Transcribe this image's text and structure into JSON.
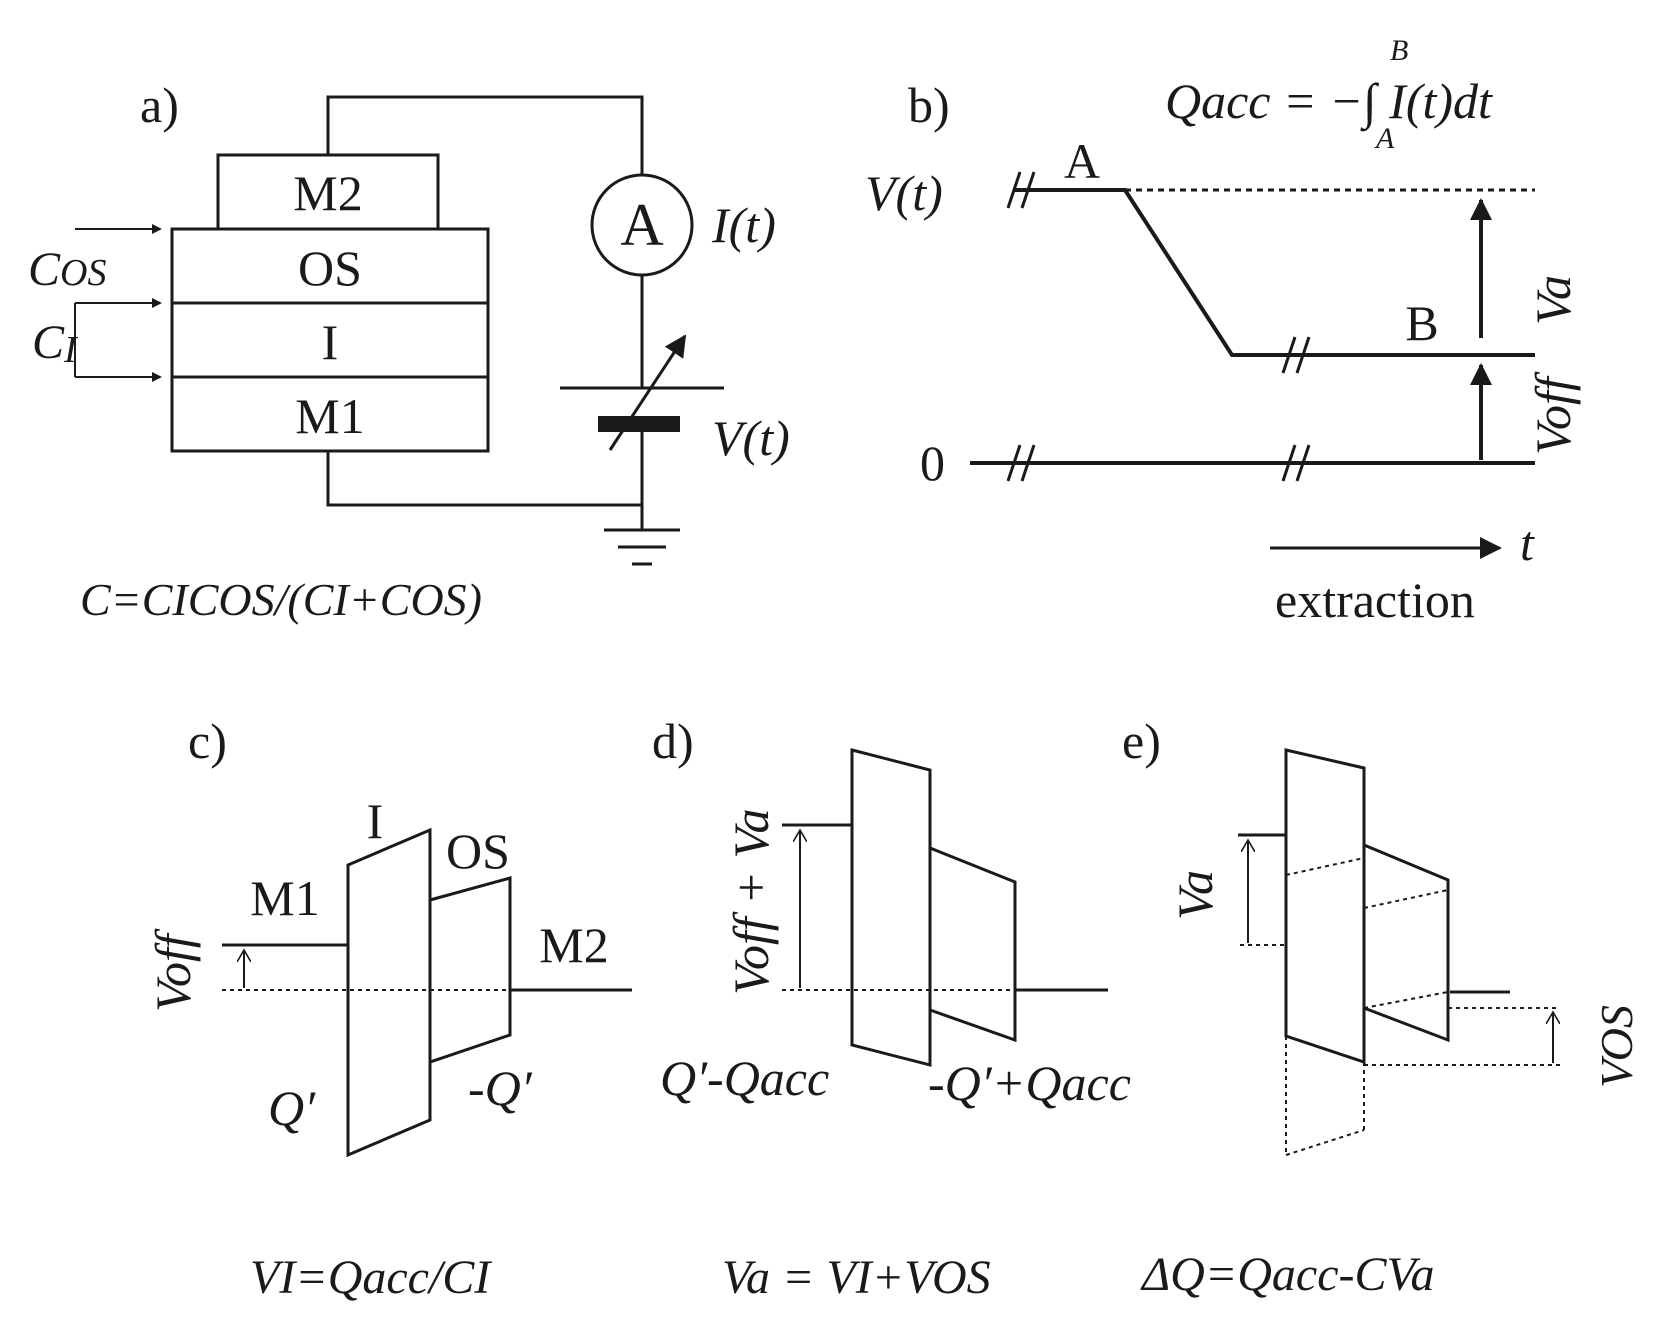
{
  "panel_a": {
    "label": "a)",
    "layers": {
      "m2": "M2",
      "os": "OS",
      "i": "I",
      "m1": "M1"
    },
    "c_os": "C",
    "c_os_sub": "OS",
    "c_i": "C",
    "c_i_sub": "I",
    "ammeter": "A",
    "current": "I(t)",
    "source_voltage": "V(t)",
    "formula": "C=CICOS/(CI+COS)"
  },
  "panel_b": {
    "label": "b)",
    "formula": "Qacc = −∫ I(t)dt",
    "integral_upper": "B",
    "integral_lower": "A",
    "v_label": "V(t)",
    "zero": "0",
    "point_a": "A",
    "point_b": "B",
    "va": "Va",
    "voff": "Voff",
    "t": "t",
    "extraction": "extraction"
  },
  "panel_c": {
    "label": "c)",
    "i": "I",
    "os": "OS",
    "m1": "M1",
    "m2": "M2",
    "voff": "Voff",
    "q": "Q′",
    "neg_q": "-Q′",
    "formula": "VI=Qacc/CI"
  },
  "panel_d": {
    "label": "d)",
    "v": "Voff + Va",
    "q_left": "Q′-Qacc",
    "q_right": "-Q′+Qacc",
    "formula": "Va = VI+VOS"
  },
  "panel_e": {
    "label": "e)",
    "va": "Va",
    "vos": "VOS",
    "formula": "ΔQ=Qacc-CVa"
  }
}
